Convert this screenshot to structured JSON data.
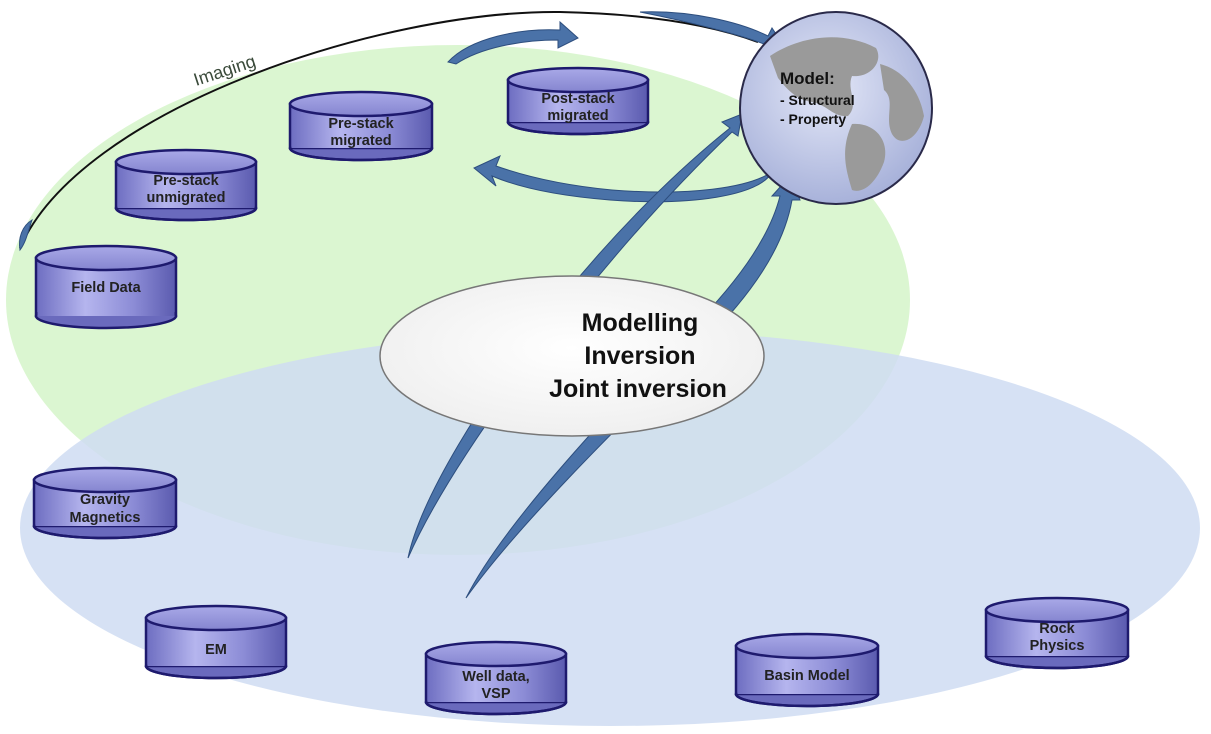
{
  "diagram": {
    "imaging_label": "Imaging",
    "center": {
      "lines": [
        "Modelling",
        "Inversion",
        "Joint inversion"
      ]
    },
    "model": {
      "title": "Model:",
      "items": [
        "- Structural",
        "- Property"
      ]
    },
    "seismic_stores": [
      {
        "id": "field-data",
        "lines": [
          "Field Data"
        ]
      },
      {
        "id": "pre-stack-unmigrated",
        "lines": [
          "Pre-stack",
          "unmigrated"
        ]
      },
      {
        "id": "pre-stack-migrated",
        "lines": [
          "Pre-stack",
          "migrated"
        ]
      },
      {
        "id": "post-stack-migrated",
        "lines": [
          "Post-stack",
          "migrated"
        ]
      }
    ],
    "other_stores": [
      {
        "id": "gravity-magnetics",
        "lines": [
          "Gravity",
          "Magnetics"
        ]
      },
      {
        "id": "em",
        "lines": [
          "EM"
        ]
      },
      {
        "id": "well-data-vsp",
        "lines": [
          "Well data,",
          "VSP"
        ]
      },
      {
        "id": "basin-model",
        "lines": [
          "Basin Model"
        ]
      },
      {
        "id": "rock-physics",
        "lines": [
          "Rock",
          "Physics"
        ]
      }
    ],
    "colors": {
      "green_region": "#d9f5cf",
      "blue_region": "#d6e1f4",
      "cylinder_fill": "#8f8fd6",
      "cylinder_stroke": "#1e1a6e",
      "arrow": "#4a72a8",
      "globe_ocean": "#c5cde9",
      "globe_land": "#9a9a9a"
    }
  }
}
